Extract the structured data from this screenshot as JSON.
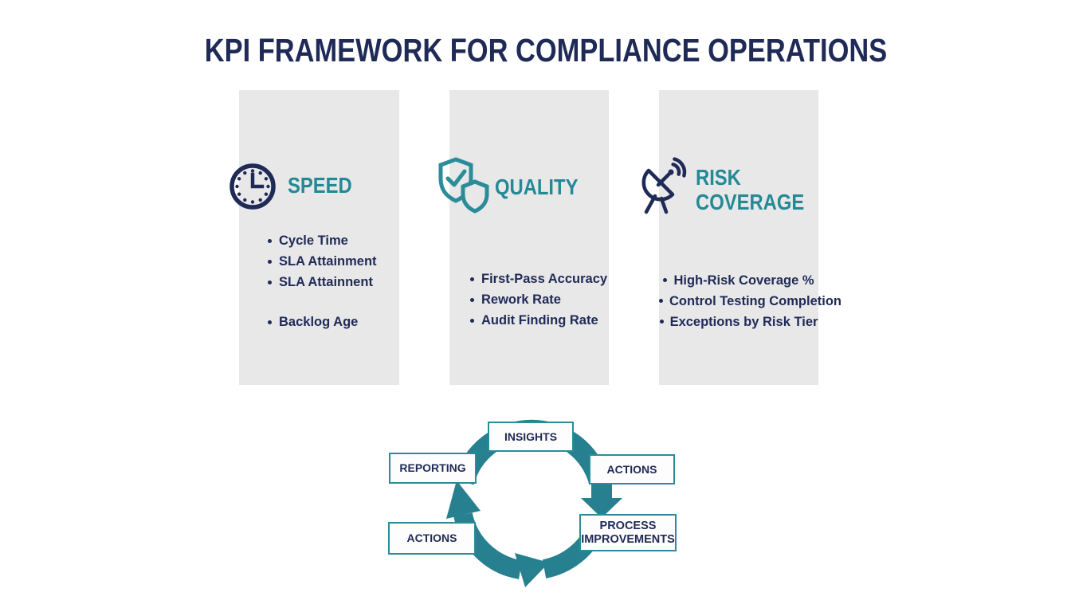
{
  "title": "KPI FRAMEWORK FOR COMPLIANCE OPERATIONS",
  "colors": {
    "navy_text": "#1f2a56",
    "teal_heading": "#238995",
    "teal_arrow": "#27808f",
    "teal_border": "#2a8c99",
    "column_background": "#e8e8e9"
  },
  "columns": [
    {
      "id": "speed",
      "icon": "clock-icon",
      "title": "SPEED",
      "bullets": [
        "Cycle Time",
        "SLA Attainment",
        "SLA Attainnent",
        "Backlog Age"
      ]
    },
    {
      "id": "quality",
      "icon": "shield-check-icon",
      "title": "QUALITY",
      "bullets": [
        "First-Pass Accuracy",
        "Rework Rate",
        "Audit Finding Rate"
      ]
    },
    {
      "id": "risk-coverage",
      "icon": "satellite-dish-icon",
      "title": "RISK COVERAGE",
      "bullets": [
        "High-Risk Coverage %",
        "Control Testing Completion",
        "Exceptions by Risk Tier"
      ]
    }
  ],
  "cycle": {
    "nodes": [
      {
        "id": "insights",
        "label": "INSIGHTS"
      },
      {
        "id": "reporting",
        "label": "REPORTING"
      },
      {
        "id": "actions-right",
        "label": "ACTIONS"
      },
      {
        "id": "process-improvements",
        "label": "PROCESS IMPROVEMENTS"
      },
      {
        "id": "actions-left",
        "label": "ACTIONS"
      }
    ]
  }
}
